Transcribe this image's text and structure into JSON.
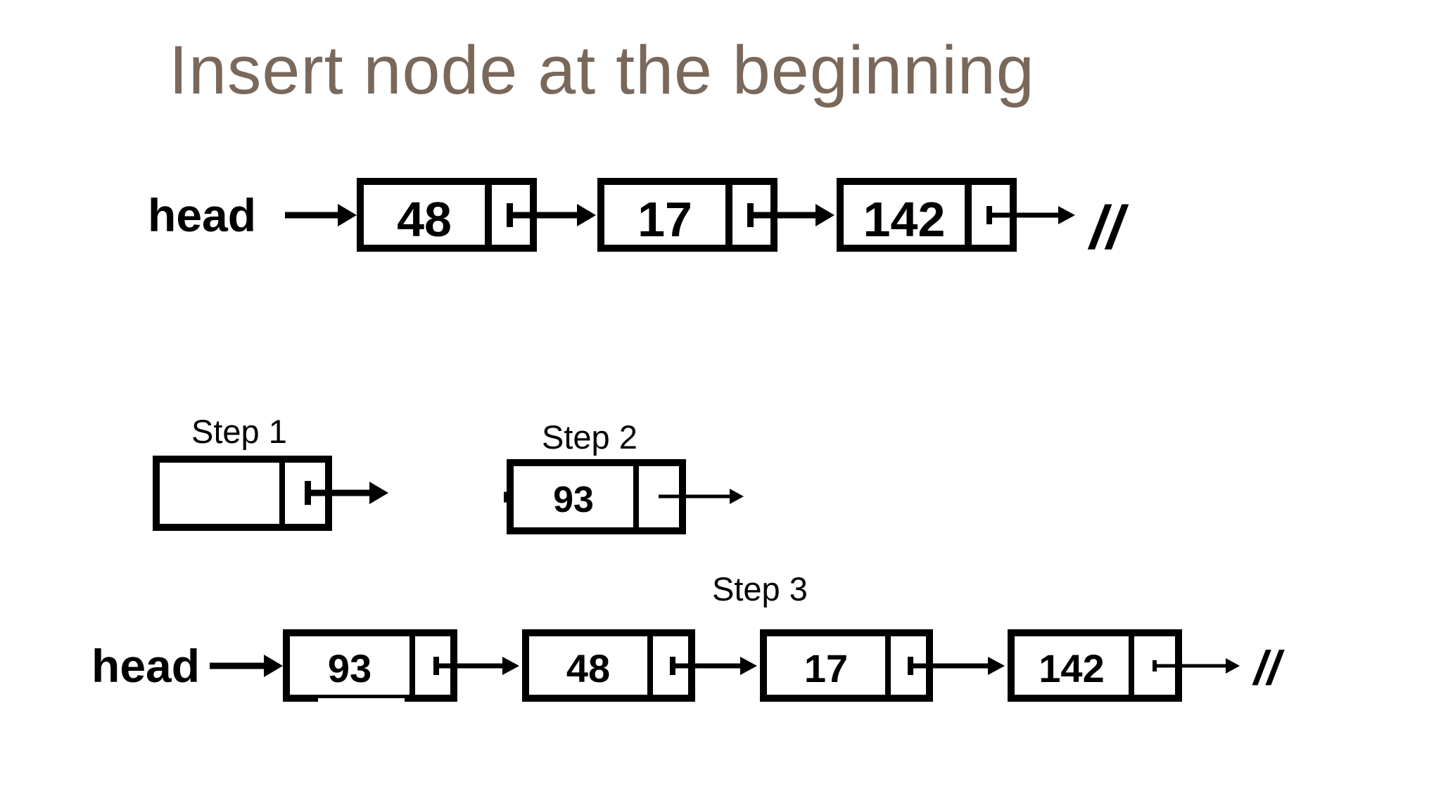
{
  "title": "Insert node at the beginning",
  "colors": {
    "title_text": "#7a685a",
    "diagram_ink": "#000000",
    "background": "#ffffff"
  },
  "top_list": {
    "head_label": "head",
    "nodes": [
      "48",
      "17",
      "142"
    ],
    "null_marker": "//"
  },
  "step1": {
    "label": "Step 1",
    "node_value": ""
  },
  "step2": {
    "label": "Step 2",
    "node_value": "93"
  },
  "step3": {
    "label": "Step 3",
    "head_label": "head",
    "nodes": [
      "93",
      "48",
      "17",
      "142"
    ],
    "null_marker": "//"
  }
}
